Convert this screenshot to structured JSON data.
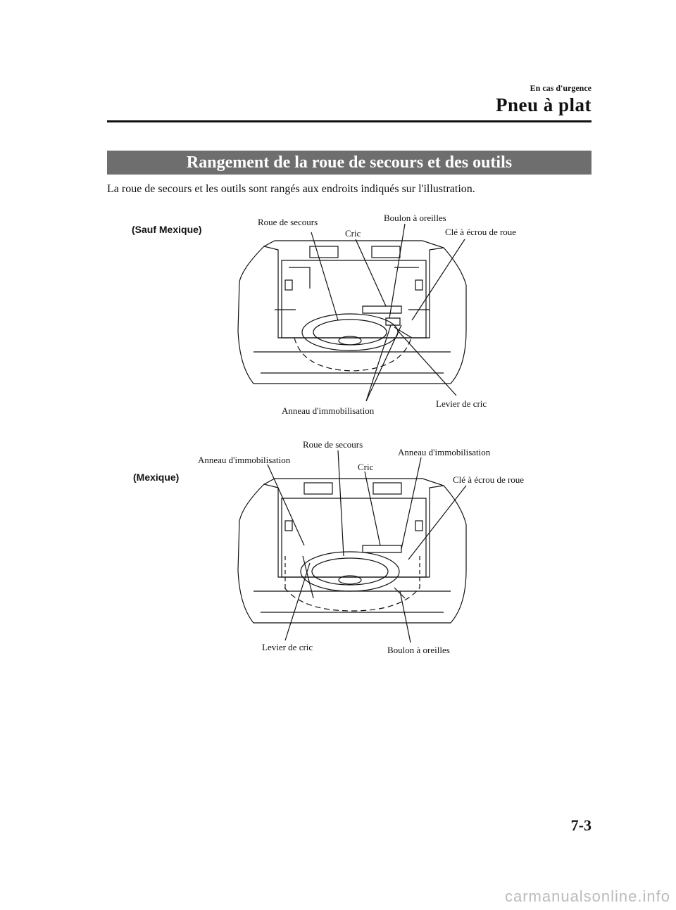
{
  "header": {
    "section": "En cas d'urgence",
    "title": "Pneu à plat"
  },
  "banner": {
    "title": "Rangement de la roue de secours et des outils"
  },
  "intro": {
    "text": "La roue de secours et les outils sont rangés aux endroits indiqués sur l'illustration."
  },
  "figure1": {
    "variant": "(Sauf Mexique)",
    "labels": {
      "roue_de_secours": "Roue de secours",
      "boulon_a_oreilles": "Boulon à oreilles",
      "cric": "Cric",
      "cle_ecrou": "Clé à écrou de roue",
      "levier_de_cric": "Levier de cric",
      "anneau": "Anneau d'immobilisation"
    }
  },
  "figure2": {
    "variant": "(Mexique)",
    "labels": {
      "roue_de_secours": "Roue de secours",
      "anneau_left": "Anneau d'immobilisation",
      "anneau_right": "Anneau d'immobilisation",
      "cric": "Cric",
      "cle_ecrou": "Clé à écrou de roue",
      "levier_de_cric": "Levier de cric",
      "boulon_a_oreilles": "Boulon à oreilles"
    }
  },
  "footer": {
    "page_number": "7-3",
    "watermark": "carmanualsonline.info"
  }
}
